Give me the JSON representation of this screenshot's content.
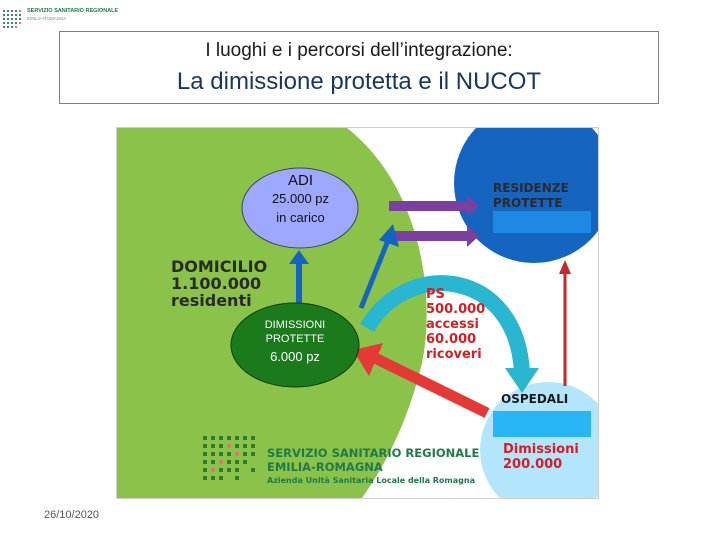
{
  "logo": {
    "line1": "SERVIZIO SANITARIO REGIONALE",
    "line2": "EMILIA-ROMAGNA"
  },
  "header": {
    "subtitle": "I luoghi e i percorsi dell’integrazione:",
    "title": "La dimissione protetta e il NUCOT"
  },
  "diagram": {
    "adi": {
      "title": "ADI",
      "line1": "25.000 pz",
      "line2": "in carico"
    },
    "domicilio": {
      "line1": "DOMICILIO",
      "line2": "1.100.000",
      "line3": "residenti"
    },
    "residenze": {
      "line1": "RESIDENZE",
      "line2": "PROTETTE"
    },
    "ps": {
      "line1": "PS",
      "line2": "500.000",
      "line3": "accessi",
      "line4": "60.000",
      "line5": "ricoveri"
    },
    "dimissioni_protette": {
      "line1": "DIMISSIONI",
      "line2": "PROTETTE",
      "value": "6.000 pz"
    },
    "ospedali": {
      "label": "OSPEDALI",
      "line1": "Dimissioni",
      "line2": "200.000"
    },
    "ssr": {
      "line1": "SERVIZIO SANITARIO REGIONALE",
      "line2": "EMILIA-ROMAGNA",
      "line3": "Azienda Unità Sanitaria Locale della Romagna"
    },
    "colors": {
      "domicilio": "#8bc34a",
      "residenze": "#1565c0",
      "ospedali": "#b3e5fc",
      "adi": "#9fa8ff",
      "dimissioni": "#1b7a1b",
      "accent_red": "#e53935",
      "arrow_purple": "#7b3fa0"
    }
  },
  "footer": {
    "date": "26/10/2020"
  }
}
